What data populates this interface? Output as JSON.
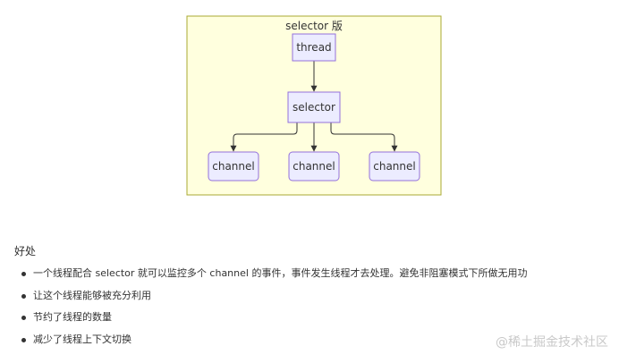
{
  "diagram": {
    "group_title": "selector 版",
    "nodes": {
      "thread": "thread",
      "selector": "selector",
      "channel_1": "channel",
      "channel_2": "channel",
      "channel_3": "channel"
    },
    "colors": {
      "group_fill": "#ffffde",
      "group_border": "#aaaa33",
      "node_fill": "#ececff",
      "node_border": "#9370db",
      "edge": "#333333"
    }
  },
  "benefits": {
    "heading": "好处",
    "items": [
      "一个线程配合 selector 就可以监控多个 channel 的事件，事件发生线程才去处理。避免非阻塞模式下所做无用功",
      "让这个线程能够被充分利用",
      "节约了线程的数量",
      "减少了线程上下文切换"
    ]
  },
  "watermark": "@稀土掘金技术社区"
}
